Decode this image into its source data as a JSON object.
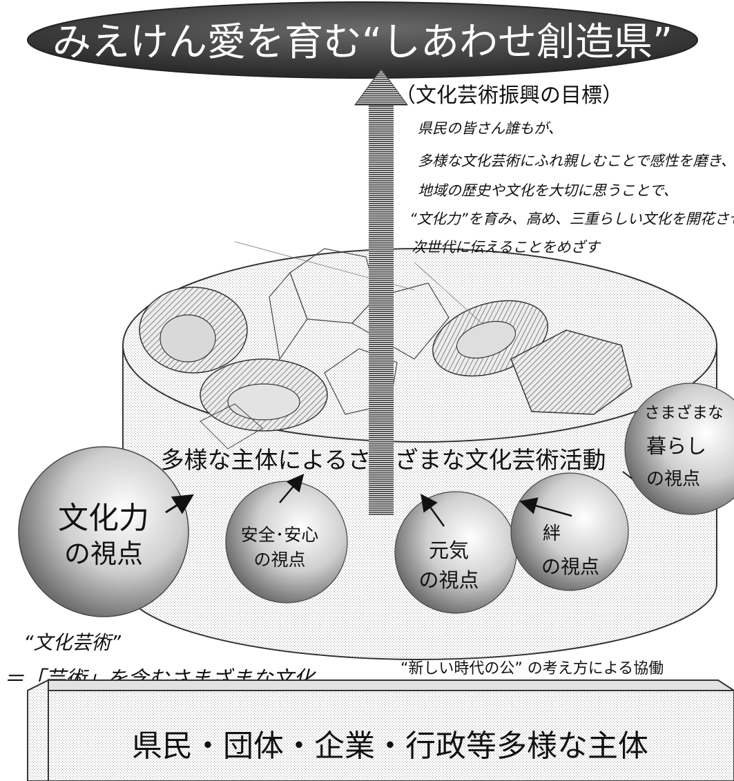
{
  "header": {
    "title": "みえけん愛を育む“しあわせ創造県”"
  },
  "goal": {
    "heading": "（文化芸術振興の目標）",
    "lines": [
      "県民の皆さん誰もが、",
      "多様な文化芸術にふれ親しむことで感性を磨き、",
      "地域の歴史や文化を大切に思うことで、",
      "“文化力”を育み、高め、三重らしい文化を開花させ",
      "次世代に伝えることをめざす"
    ]
  },
  "cylinder": {
    "label": "多様な主体によるさまざまな文化芸術活動"
  },
  "viewpoints": {
    "bunkaryoku": {
      "line1": "文化力",
      "line2": "の視点"
    },
    "anzen": {
      "line1": "安全･安心",
      "line2": "の視点"
    },
    "genki": {
      "line1": "元気",
      "line2": "の視点"
    },
    "kizuna": {
      "line1": "絆",
      "line2": "の視点"
    },
    "kurashi": {
      "line1": "さまざまな",
      "line2": "暮らし",
      "line3": "の視点"
    }
  },
  "definition": {
    "line1": "“文化芸術”",
    "line2": "＝「芸術」を含むさまざまな文化"
  },
  "collaboration": "“新しい時代の公” の考え方による協働",
  "base": {
    "label": "県民・団体・企業・行政等多様な主体"
  }
}
